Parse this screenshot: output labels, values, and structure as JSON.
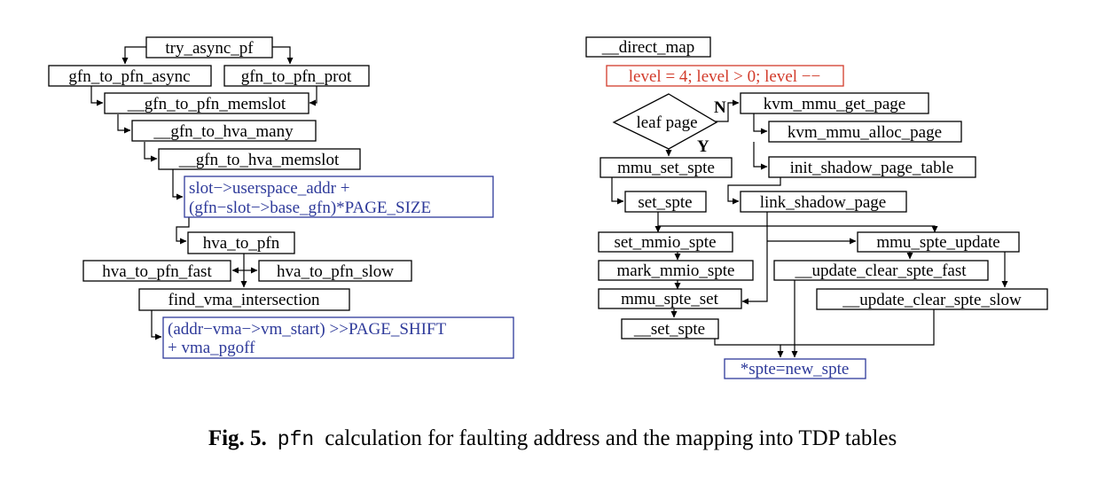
{
  "left_flow": {
    "try_async_pf": "try_async_pf",
    "gfn_to_pfn_async": "gfn_to_pfn_async",
    "gfn_to_pfn_prot": "gfn_to_pfn_prot",
    "gfn_to_pfn_memslot": "__gfn_to_pfn_memslot",
    "gfn_to_hva_many": "__gfn_to_hva_many",
    "gfn_to_hva_memslot": "__gfn_to_hva_memslot",
    "slot_calc_line1": "slot−>userspace_addr +",
    "slot_calc_line2": "(gfn−slot−>base_gfn)*PAGE_SIZE",
    "hva_to_pfn": "hva_to_pfn",
    "hva_to_pfn_fast": "hva_to_pfn_fast",
    "hva_to_pfn_slow": "hva_to_pfn_slow",
    "find_vma_intersection": "find_vma_intersection",
    "addr_calc_line1": "(addr−vma−>vm_start) >>PAGE_SHIFT",
    "addr_calc_line2": "+ vma_pgoff"
  },
  "right_flow": {
    "direct_map": "__direct_map",
    "level_loop": "level = 4; level > 0; level −−",
    "leaf_page": "leaf page",
    "no_label": "N",
    "yes_label": "Y",
    "kvm_mmu_get_page": "kvm_mmu_get_page",
    "kvm_mmu_alloc_page": "kvm_mmu_alloc_page",
    "init_shadow_page_table": "init_shadow_page_table",
    "link_shadow_page": "link_shadow_page",
    "mmu_set_spte": "mmu_set_spte",
    "set_spte": "set_spte",
    "set_mmio_spte": "set_mmio_spte",
    "mark_mmio_spte": "mark_mmio_spte",
    "mmu_spte_set": "mmu_spte_set",
    "set_spte_inner": "__set_spte",
    "mmu_spte_update": "mmu_spte_update",
    "update_clear_spte_fast": "__update_clear_spte_fast",
    "update_clear_spte_slow": "__update_clear_spte_slow",
    "spte_assign": "*spte=new_spte"
  },
  "caption": {
    "label": "Fig. 5.",
    "code": "pfn",
    "text": "calculation for faulting address and the mapping into TDP tables"
  },
  "colors": {
    "red": "#d23b2b",
    "blue": "#2e3a9a"
  }
}
